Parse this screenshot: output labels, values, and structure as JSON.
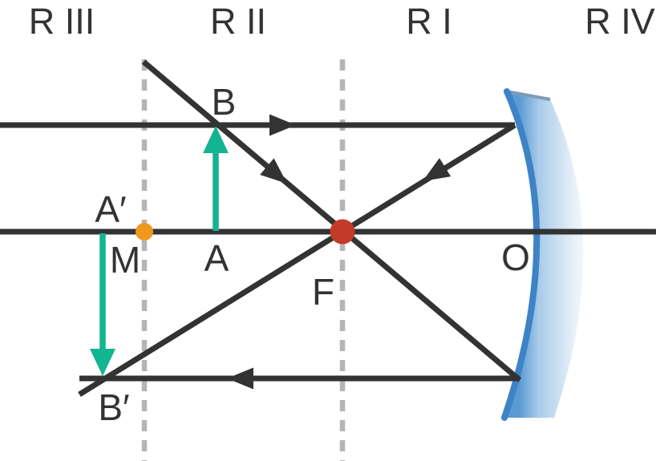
{
  "diagram": {
    "regions": [
      {
        "label": "R III"
      },
      {
        "label": "R II"
      },
      {
        "label": "R I"
      },
      {
        "label": "R IV"
      }
    ],
    "points": {
      "object_top": "B",
      "object_base": "A",
      "image_base": "A′",
      "image_top": "B′",
      "center_point": "M",
      "focus": "F",
      "pole": "O"
    },
    "colors": {
      "ray": "#333333",
      "label": "#333333",
      "object_arrow": "#13b491",
      "focus_dot": "#c33a28",
      "m_dot": "#f0981c",
      "dashed_line": "#b5b5b5",
      "mirror_edge": "#3d83c6",
      "mirror_body": "#a9cbe9"
    }
  }
}
